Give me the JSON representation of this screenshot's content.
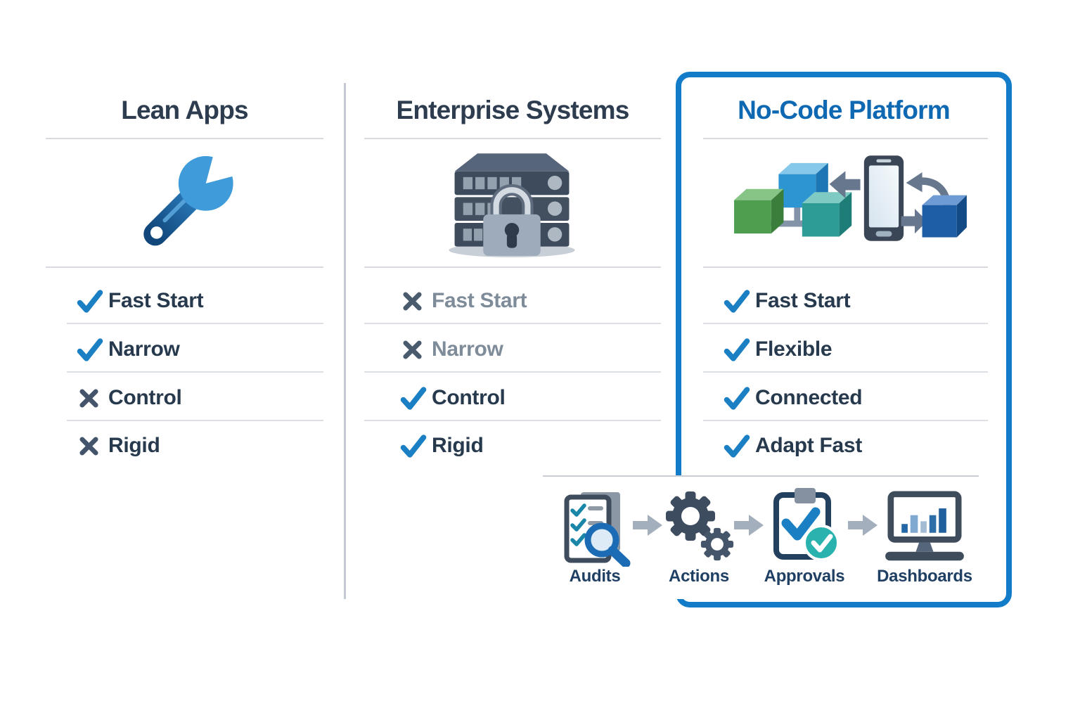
{
  "columns": [
    {
      "title": "Lean Apps",
      "icon": "wrench-icon",
      "highlighted": false,
      "features": [
        {
          "mark": "check",
          "label": "Fast Start",
          "muted": false
        },
        {
          "mark": "check",
          "label": "Narrow",
          "muted": false
        },
        {
          "mark": "x",
          "label": "Control",
          "muted": false
        },
        {
          "mark": "x",
          "label": "Rigid",
          "muted": false
        }
      ]
    },
    {
      "title": "Enterprise Systems",
      "icon": "server-lock-icon",
      "highlighted": false,
      "features": [
        {
          "mark": "x",
          "label": "Fast Start",
          "muted": true
        },
        {
          "mark": "x",
          "label": "Narrow",
          "muted": true
        },
        {
          "mark": "check",
          "label": "Control",
          "muted": false
        },
        {
          "mark": "check",
          "label": "Rigid",
          "muted": false
        }
      ]
    },
    {
      "title": "No-Code Platform",
      "icon": "integration-phone-icon",
      "highlighted": true,
      "features": [
        {
          "mark": "check",
          "label": "Fast Start",
          "muted": false
        },
        {
          "mark": "check",
          "label": "Flexible",
          "muted": false
        },
        {
          "mark": "check",
          "label": "Connected",
          "muted": false
        },
        {
          "mark": "check",
          "label": "Adapt Fast",
          "muted": false
        }
      ]
    }
  ],
  "workflow": {
    "steps": [
      {
        "label": "Audits",
        "icon": "audit-checklist-icon"
      },
      {
        "label": "Actions",
        "icon": "gears-icon"
      },
      {
        "label": "Approvals",
        "icon": "approval-clipboard-icon"
      },
      {
        "label": "Dashboards",
        "icon": "dashboard-monitor-icon"
      }
    ]
  },
  "colors": {
    "check_blue": "#1b7fc4",
    "x_dark": "#44556b",
    "title_navy": "#2d3c4e",
    "highlight_title_blue": "#0f68b2",
    "muted_text": "#7e8b99",
    "divider_gray": "#d7dade",
    "panel_border_blue": "#137cc9",
    "flow_label_navy": "#1f3f63",
    "arrow_gray": "#a3afbd"
  }
}
